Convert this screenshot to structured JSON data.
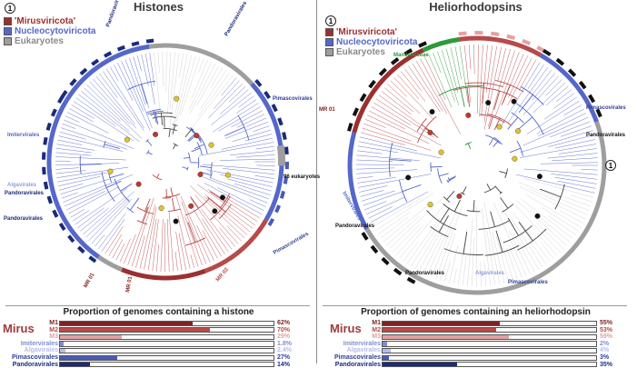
{
  "colors": {
    "mirus_dark": "#9c2f2f",
    "mirus_m2": "#b84a4a",
    "mirus_light": "#e3a1a1",
    "nucleo": "#5567c9",
    "nucleo_light": "#8f9fe0",
    "eukaryotes": "#9e9e9e",
    "green": "#2e9a3a",
    "black": "#111111",
    "pima": "#4a5bb4",
    "pando": "#1b2b7a",
    "imitervi": "#7f8fd0",
    "algavi": "#b5bde8"
  },
  "left": {
    "marker": "1",
    "title": "Histones",
    "legend": [
      {
        "label": "'Mirusviricota'",
        "color": "#9c2f2f"
      },
      {
        "label": "Nucleocytoviricota",
        "color": "#5567c9"
      },
      {
        "label": "Eukaryotes",
        "color": "#9e9e9e"
      }
    ],
    "tree_labels": {
      "euk": "96 eukaryotes",
      "mr01": "MR 01",
      "mr01b": "MR 01",
      "mr02": "MR 02",
      "pando": "Pandoravirales",
      "pima": "Pimascovirales",
      "imite": "Imitervirales",
      "alga": "Algavirales",
      "m1": "M1",
      "m2": "M2",
      "m3": "M3"
    },
    "bar_title": "Proportion of genomes containing a histone",
    "mirus_label": "Mirus",
    "bars": [
      {
        "label": "M1",
        "value": 62,
        "text": "62%",
        "color": "#7d2323",
        "label_color": "#7d2323"
      },
      {
        "label": "M2",
        "value": 70,
        "text": "70%",
        "color": "#b84a4a",
        "label_color": "#b84a4a"
      },
      {
        "label": "M3",
        "value": 29,
        "text": "29%",
        "color": "#e3a1a1",
        "label_color": "#e3a1a1"
      },
      {
        "label": "Imitervirales",
        "value": 1.8,
        "text": "1.8%",
        "color": "#7f8fd0",
        "label_color": "#7f8fd0"
      },
      {
        "label": "Algavirales",
        "value": 2.4,
        "text": "2.4%",
        "color": "#b5bde8",
        "label_color": "#b5bde8"
      },
      {
        "label": "Pimascovirales",
        "value": 27,
        "text": "27%",
        "color": "#4a5bb4",
        "label_color": "#2f3f96"
      },
      {
        "label": "Pandoravirales",
        "value": 14,
        "text": "14%",
        "color": "#1b2b7a",
        "label_color": "#1b2b7a"
      }
    ]
  },
  "right": {
    "marker": "1",
    "marker2": "1",
    "title": "Heliorhodopsins",
    "legend": [
      {
        "label": "'Mirusviricota'",
        "color": "#9c2f2f"
      },
      {
        "label": "Nucleocytoviricota",
        "color": "#5567c9"
      },
      {
        "label": "Eukaryotes",
        "color": "#9e9e9e"
      }
    ],
    "tree_labels": {
      "mamiellaceae": "Mamiellaceae",
      "pando": "Pandoravirales",
      "pima": "Pimascovirales",
      "alga": "Algavirales",
      "imite": "Imitervirales",
      "mr01": "MR 01"
    },
    "bar_title": "Proportion of genomes containing an heliorhodopsin",
    "mirus_label": "Mirus",
    "bars": [
      {
        "label": "M1",
        "value": 55,
        "text": "55%",
        "color": "#7d2323",
        "label_color": "#7d2323"
      },
      {
        "label": "M2",
        "value": 53,
        "text": "53%",
        "color": "#b84a4a",
        "label_color": "#b84a4a"
      },
      {
        "label": "M3",
        "value": 59,
        "text": "59%",
        "color": "#e3a1a1",
        "label_color": "#e3a1a1"
      },
      {
        "label": "Imitervirales",
        "value": 2,
        "text": "2%",
        "color": "#7f8fd0",
        "label_color": "#7f8fd0"
      },
      {
        "label": "Algavirales",
        "value": 4,
        "text": "4%",
        "color": "#b5bde8",
        "label_color": "#b5bde8"
      },
      {
        "label": "Pimascovirales",
        "value": 3,
        "text": "3%",
        "color": "#4a5bb4",
        "label_color": "#2f3f96"
      },
      {
        "label": "Pandoravirales",
        "value": 35,
        "text": "35%",
        "color": "#1b2b7a",
        "label_color": "#1b2b7a"
      }
    ]
  }
}
